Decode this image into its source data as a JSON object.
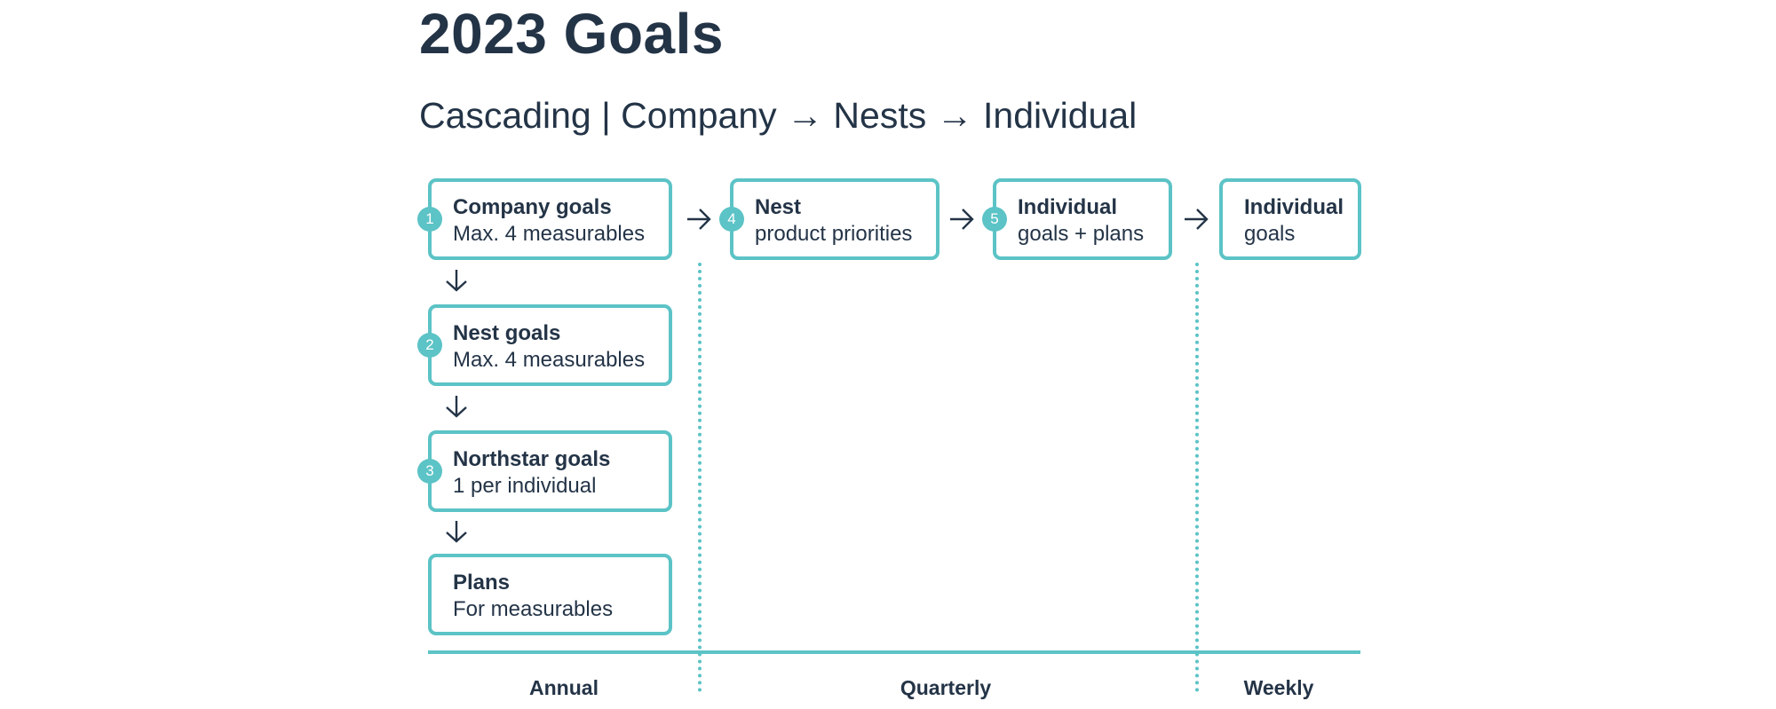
{
  "title": "2023 Goals",
  "subtitle": "Cascading | Company → Nests → Individual",
  "colors": {
    "accent": "#5cc3c6",
    "text": "#243447",
    "background": "#ffffff"
  },
  "nodes": [
    {
      "badge": "1",
      "title": "Company goals",
      "subtitle": "Max. 4 measurables"
    },
    {
      "badge": "2",
      "title": "Nest goals",
      "subtitle": "Max. 4 measurables"
    },
    {
      "badge": "3",
      "title": "Northstar goals",
      "subtitle": "1 per individual"
    },
    {
      "badge": "",
      "title": "Plans",
      "subtitle": "For measurables"
    },
    {
      "badge": "4",
      "title": "Nest",
      "subtitle": "product priorities"
    },
    {
      "badge": "5",
      "title": "Individual",
      "subtitle": "goals + plans"
    },
    {
      "badge": "",
      "title": "Individual",
      "subtitle": "goals"
    }
  ],
  "timeline": {
    "annual": "Annual",
    "quarterly": "Quarterly",
    "weekly": "Weekly"
  },
  "icons": {
    "right_arrow": "arrow-right-icon",
    "down_arrow": "arrow-down-icon",
    "step_badge": "number-badge"
  }
}
